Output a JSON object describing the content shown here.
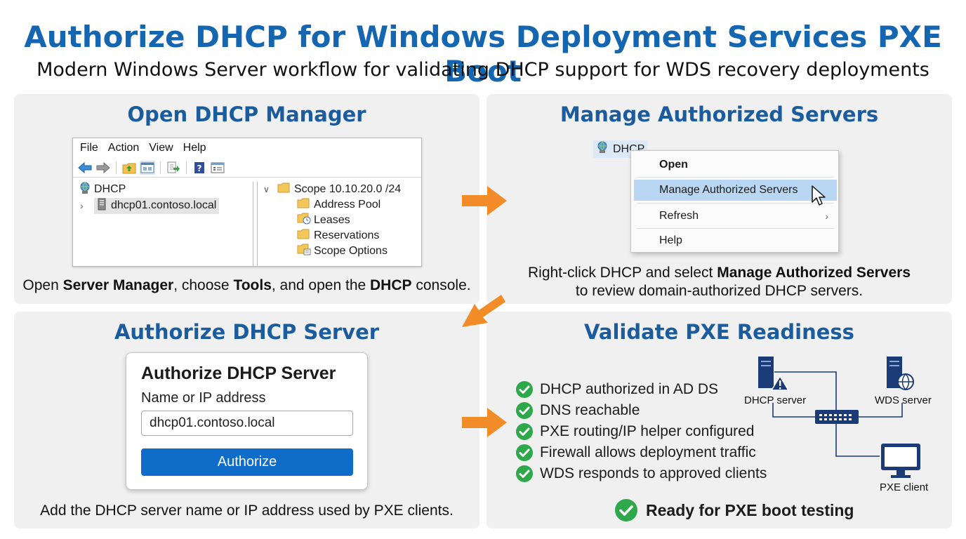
{
  "header": {
    "title": "Authorize DHCP for Windows Deployment Services PXE Boot",
    "subtitle": "Modern Windows Server workflow for validating DHCP support for WDS recovery deployments"
  },
  "step1": {
    "title": "Open DHCP Manager",
    "menu": [
      "File",
      "Action",
      "View",
      "Help"
    ],
    "tree_left": {
      "root": "DHCP",
      "server": "dhcp01.contoso.local"
    },
    "tree_right": {
      "scope": "Scope 10.10.20.0 /24",
      "items": [
        "Address Pool",
        "Leases",
        "Reservations",
        "Scope Options"
      ]
    },
    "caption": {
      "t1": "Open ",
      "b1": "Server Manager",
      "t2": ", choose ",
      "b2": "Tools",
      "t3": ", and open the ",
      "b3": "DHCP",
      "t4": " console."
    }
  },
  "step2": {
    "title": "Manage Authorized Servers",
    "node": "DHCP",
    "menu_items": [
      "Open",
      "Manage Authorized Servers",
      "Refresh",
      "Help"
    ],
    "caption": {
      "t1": "Right-click DHCP and select ",
      "b1": "Manage Authorized Servers",
      "line2": "to review domain-authorized DHCP servers."
    }
  },
  "step3": {
    "title": "Authorize DHCP Server",
    "dialog_title": "Authorize DHCP Server",
    "field_label": "Name or IP address",
    "field_value": "dhcp01.contoso.local",
    "button": "Authorize",
    "caption": "Add the DHCP server name or IP address used by PXE clients."
  },
  "step4": {
    "title": "Validate PXE Readiness",
    "checks": [
      "DHCP authorized in AD DS",
      "DNS reachable",
      "PXE routing/IP helper configured",
      "Firewall allows deployment traffic",
      "WDS responds to approved clients"
    ],
    "diagram": {
      "dhcp_label": "DHCP server",
      "wds_label": "WDS server",
      "client_label": "PXE client"
    },
    "ready": "Ready for PXE boot testing"
  },
  "colors": {
    "title_blue": "#1566b0",
    "panel_title_blue": "#1b5c9e",
    "arrow_orange": "#f28c28",
    "check_green": "#2ea84a",
    "button_blue": "#0f6cc9",
    "highlight_blue": "#b9d7f2",
    "panel_bg": "#f0f0f0",
    "network_navy": "#1a3a78"
  },
  "icons": [
    "back-arrow-icon",
    "forward-arrow-icon",
    "folder-up-icon",
    "console-icon",
    "export-icon",
    "help-icon",
    "properties-icon",
    "dhcp-globe-icon",
    "server-icon",
    "folder-icon",
    "leases-icon",
    "scope-options-icon",
    "cursor-icon",
    "check-icon",
    "switch-icon",
    "monitor-icon",
    "warning-icon",
    "globe-icon"
  ]
}
